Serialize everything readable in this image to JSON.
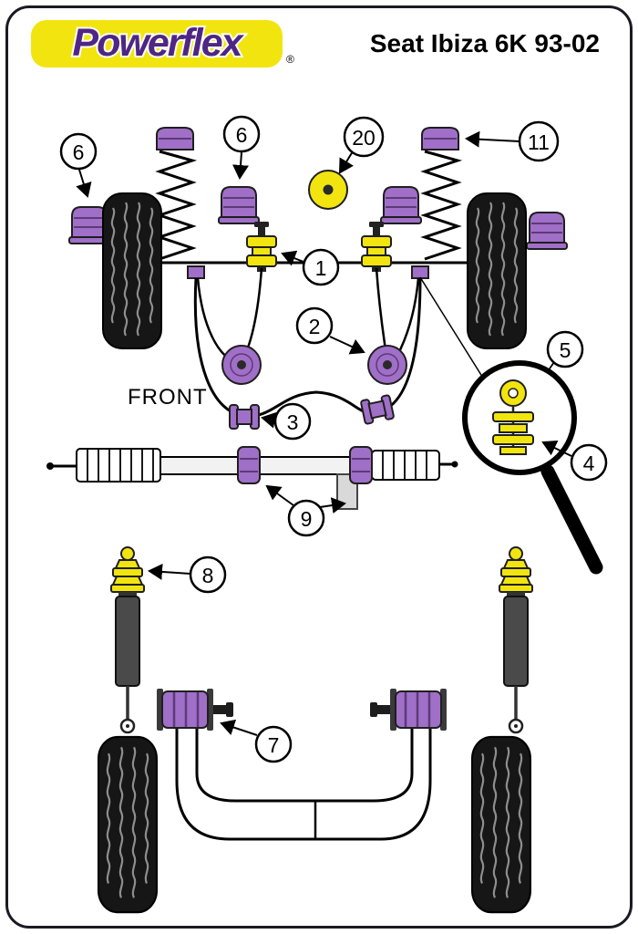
{
  "header": {
    "brand": "Powerflex",
    "registered_mark": "®",
    "title": "Seat Ibiza 6K 93-02"
  },
  "diagram": {
    "front_label": "FRONT",
    "callouts": {
      "c6_left": "6",
      "c6_mid": "6",
      "c20": "20",
      "c11": "11",
      "c1": "1",
      "c2": "2",
      "c5": "5",
      "c3": "3",
      "c4": "4",
      "c9": "9",
      "c8": "8",
      "c7": "7"
    }
  },
  "colors": {
    "purple": "#a06fc7",
    "purple-dark": "#5d3a78",
    "yellow": "#f2e50f",
    "logo-yellow": "#f2e50f",
    "logo-purple": "#4f2683",
    "line": "#111111",
    "tire": "#161616"
  }
}
